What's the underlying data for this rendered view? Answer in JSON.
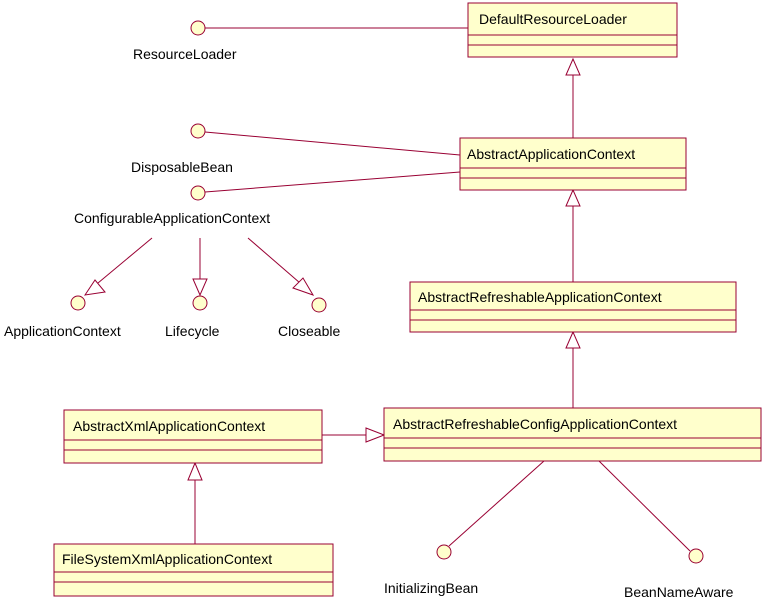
{
  "classes": {
    "default_resource_loader": "DefaultResourceLoader",
    "abstract_application_context": "AbstractApplicationContext",
    "abstract_refreshable_application_context": "AbstractRefreshableApplicationContext",
    "abstract_refreshable_config_application_context": "AbstractRefreshableConfigApplicationContext",
    "abstract_xml_application_context": "AbstractXmlApplicationContext",
    "file_system_xml_application_context": "FileSystemXmlApplicationContext"
  },
  "interfaces": {
    "resource_loader": "ResourceLoader",
    "disposable_bean": "DisposableBean",
    "configurable_application_context": "ConfigurableApplicationContext",
    "application_context": "ApplicationContext",
    "lifecycle": "Lifecycle",
    "closeable": "Closeable",
    "initializing_bean": "InitializingBean",
    "bean_name_aware": "BeanNameAware"
  },
  "colors": {
    "box_fill": "#ffffcc",
    "line": "#990033",
    "text": "#000000"
  }
}
